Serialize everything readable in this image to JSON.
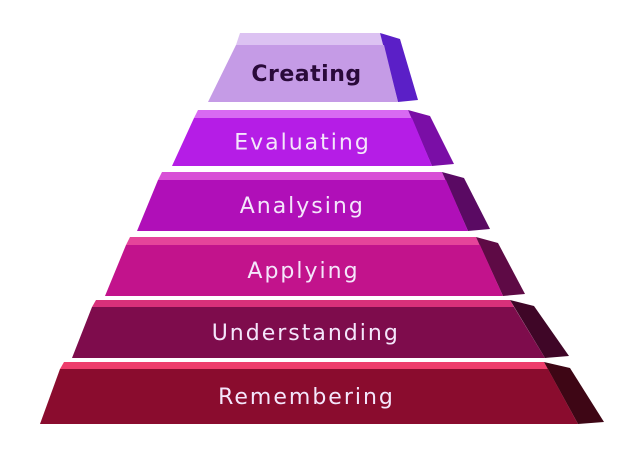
{
  "pyramid": {
    "tiers": [
      {
        "label": "Creating",
        "front": "#c59be6",
        "top": "#dcc2f2",
        "side": "#5b1fc7",
        "text": "#2a0a3a"
      },
      {
        "label": "Evaluating",
        "front": "#b51de6",
        "top": "#d86af2",
        "side": "#7a0ea6",
        "text": "#f4e6fb"
      },
      {
        "label": "Analysing",
        "front": "#b00fb8",
        "top": "#d84fd6",
        "side": "#5a0a63",
        "text": "#f4e6fb"
      },
      {
        "label": "Applying",
        "front": "#c2138c",
        "top": "#e5449a",
        "side": "#5e0a45",
        "text": "#f4e6fb"
      },
      {
        "label": "Understanding",
        "front": "#7e0c4c",
        "top": "#d8307a",
        "side": "#3f0627",
        "text": "#f4e6fb"
      },
      {
        "label": "Remembering",
        "front": "#8a0c2e",
        "top": "#ee3d6c",
        "side": "#3e0615",
        "text": "#f4e6fb"
      }
    ]
  }
}
